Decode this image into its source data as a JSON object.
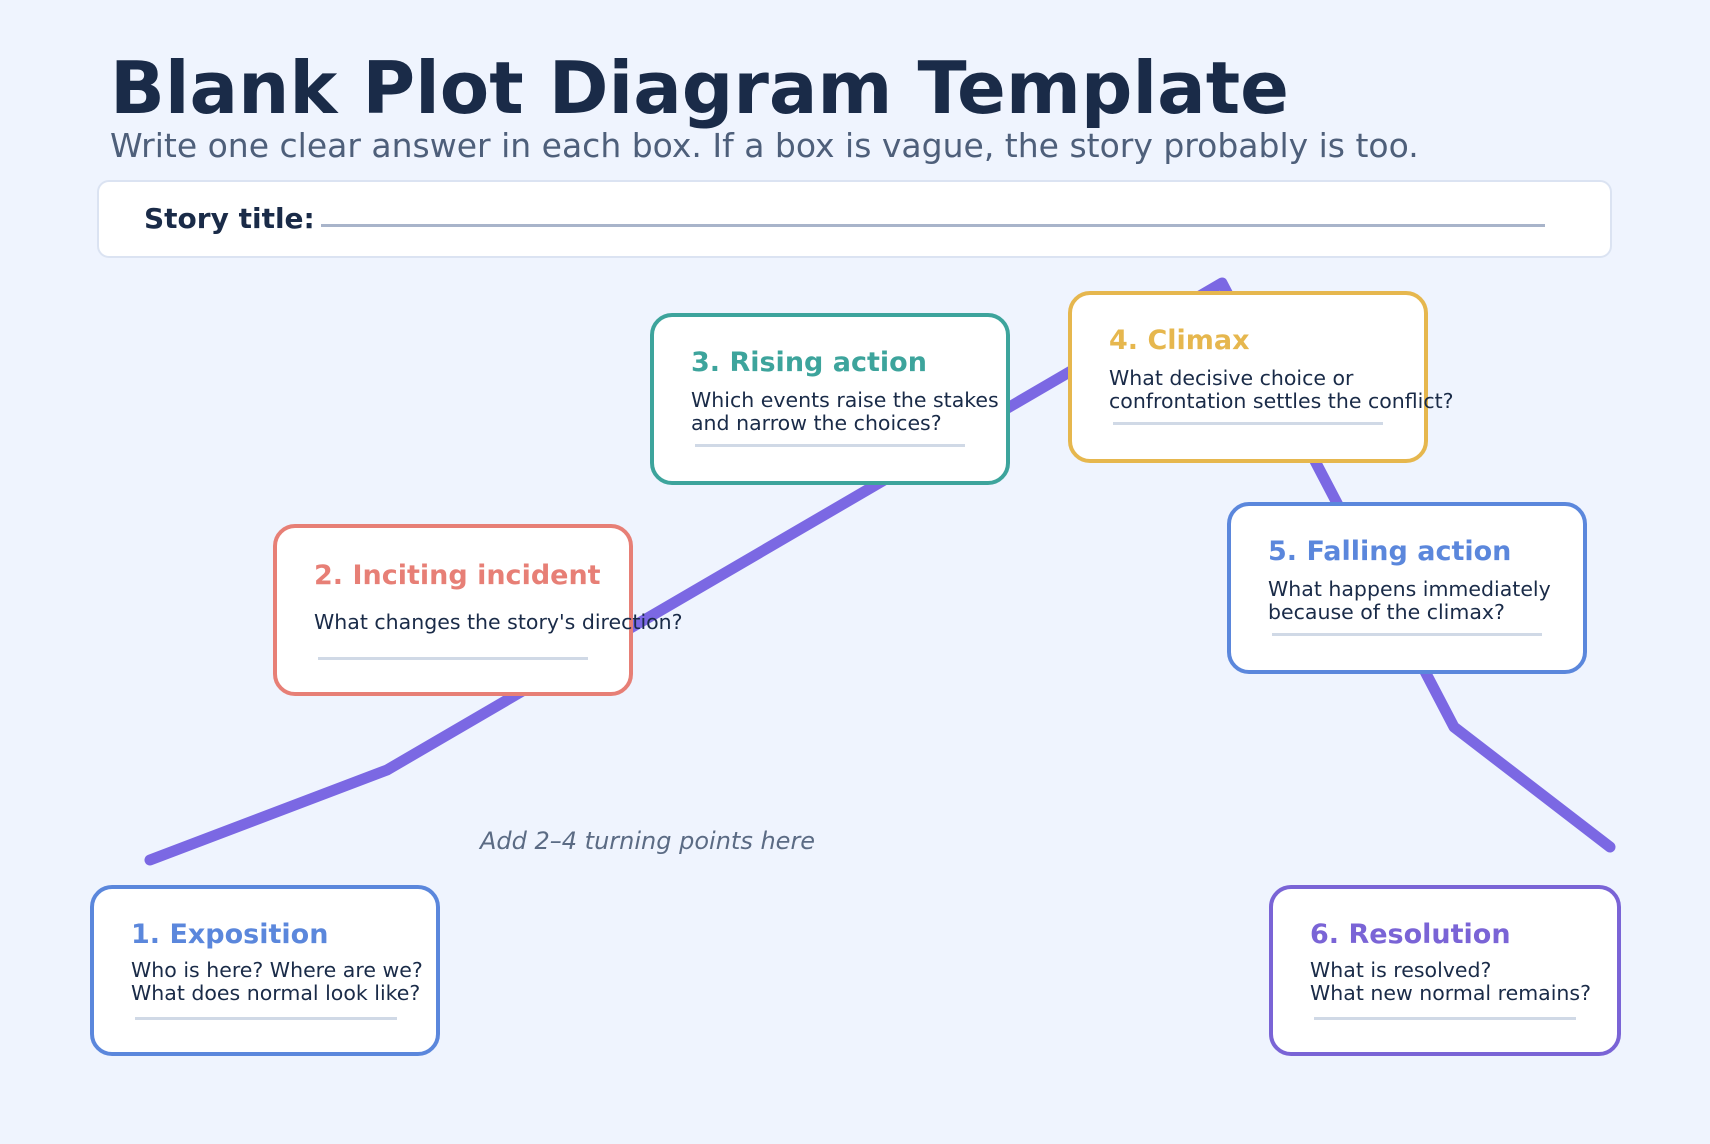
{
  "header": {
    "title": "Blank Plot Diagram Template",
    "subtitle": "Write one clear answer in each box. If a box is vague, the story probably is too."
  },
  "story_title": {
    "label": "Story title:"
  },
  "stages": [
    {
      "heading": "1. Exposition",
      "question": "Who is here? Where are we?\nWhat does normal look like?",
      "color": "#5b87dc"
    },
    {
      "heading": "2. Inciting incident",
      "question": "What changes the story's direction?",
      "color": "#e77f76"
    },
    {
      "heading": "3. Rising action",
      "question": "Which events raise the stakes\nand narrow the choices?",
      "color": "#3da49c"
    },
    {
      "heading": "4. Climax",
      "question": "What decisive choice or\nconfrontation settles the conflict?",
      "color": "#e6b74e"
    },
    {
      "heading": "5. Falling action",
      "question": "What happens immediately\nbecause of the climax?",
      "color": "#5b87dc"
    },
    {
      "heading": "6. Resolution",
      "question": "What is resolved?\nWhat new normal remains?",
      "color": "#7a64d6"
    }
  ],
  "turning_points_note": "Add 2–4 turning points here",
  "plot_line_color": "#7b68e3"
}
